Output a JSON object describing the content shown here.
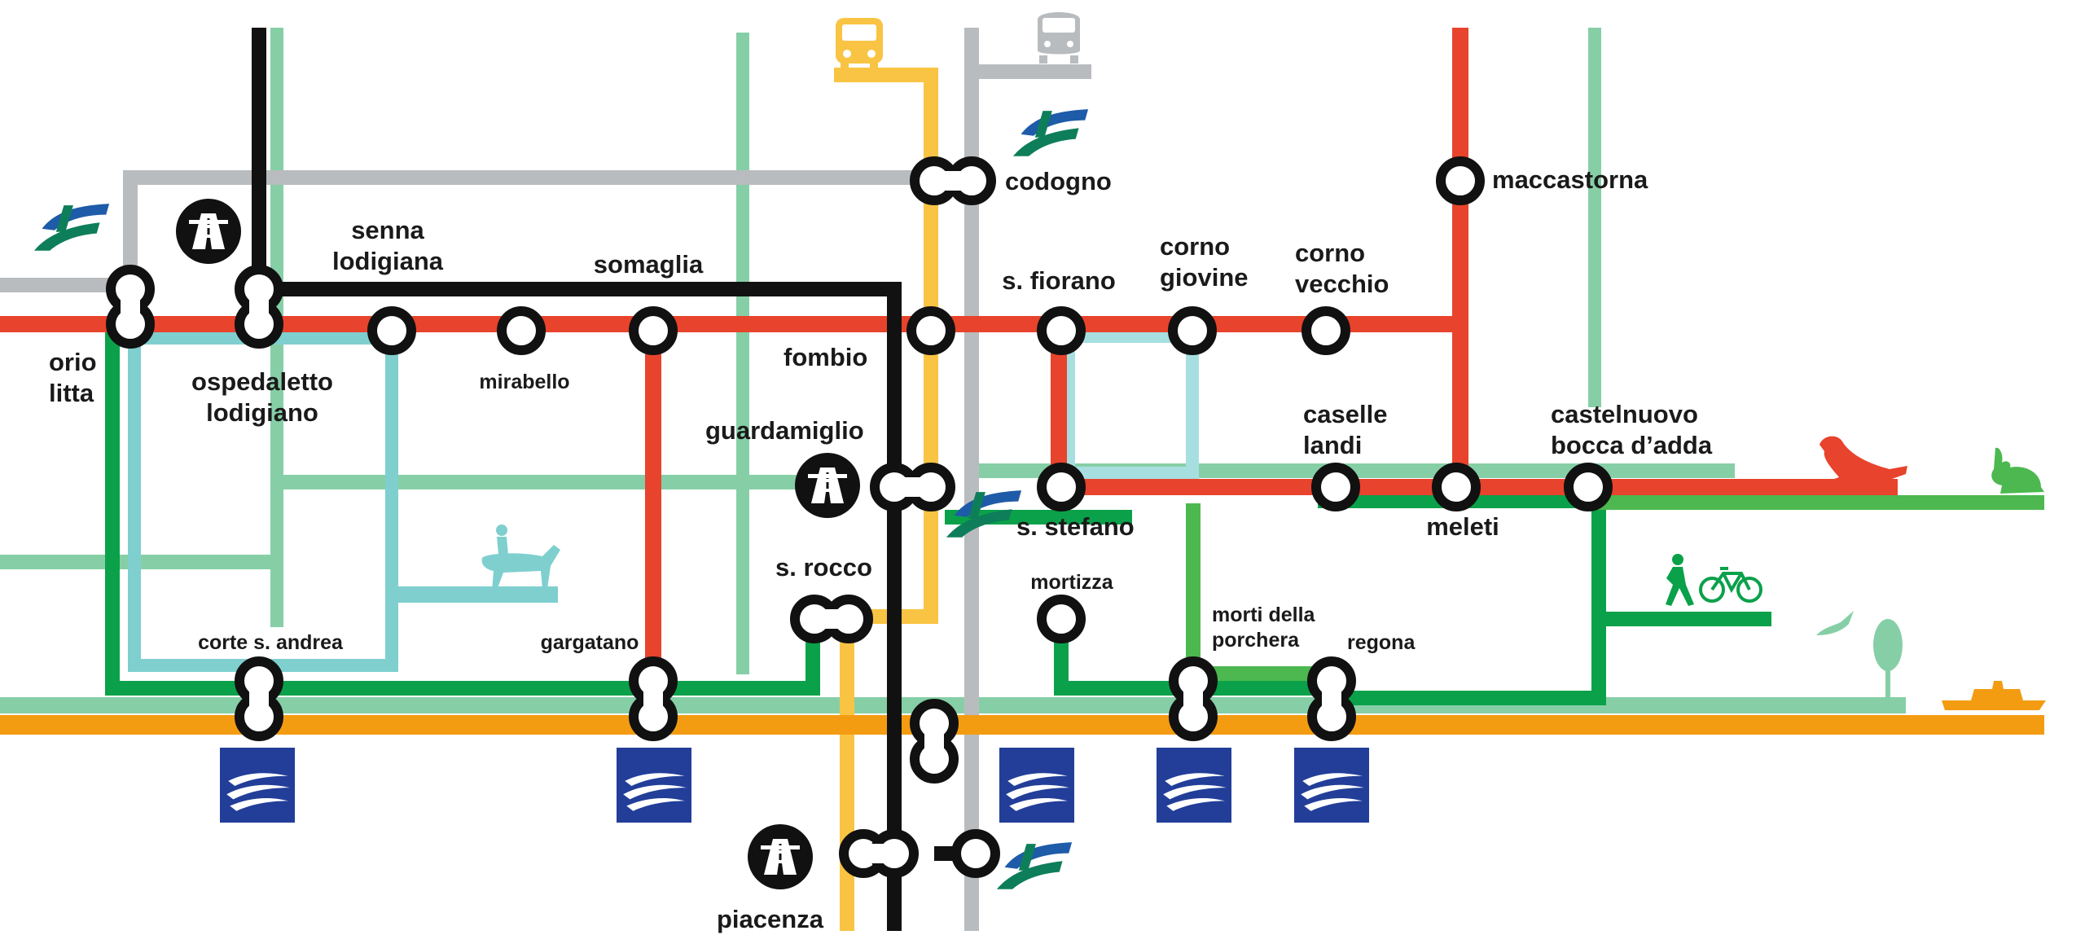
{
  "colors": {
    "red": "#e8432c",
    "black": "#111111",
    "gray": "#b9bcbf",
    "yellow": "#f9c443",
    "orange": "#f39c12",
    "green": "#0aa14a",
    "light_green": "#86cfa6",
    "mid_green": "#4cb84f",
    "teal": "#7fcfcf",
    "light_teal": "#a7dfe1",
    "navy": "#223e99",
    "fs_green": "#0e7e5a",
    "fs_blue": "#1e5ba8"
  },
  "stations": {
    "codogno": "codogno",
    "maccastorna": "maccastorna",
    "senna_lodigiana": "senna\nlodigiana",
    "somaglia": "somaglia",
    "s_fiorano": "s. fiorano",
    "corno_giovine": "corno\ngiovine",
    "corno_vecchio": "corno\nvecchio",
    "orio_litta": "orio\nlitta",
    "ospedaletto_lodigiano": "ospedaletto\nlodigiano",
    "mirabello": "mirabello",
    "fombio": "fombio",
    "caselle_landi": "caselle\nlandi",
    "castelnuovo_bocca_dadda": "castelnuovo\nbocca d’adda",
    "guardamiglio": "guardamiglio",
    "s_stefano": "s. stefano",
    "meleti": "meleti",
    "s_rocco": "s. rocco",
    "mortizza": "mortizza",
    "corte_s_andrea": "corte s. andrea",
    "gargatano": "gargatano",
    "morti_della_porchera": "morti della\nporchera",
    "regona": "regona",
    "piacenza": "piacenza"
  },
  "icons": [
    "bus-icon",
    "train-icon",
    "fs-railway-logo-icon",
    "motorway-icon",
    "boat-landing-icon",
    "horse-rider-icon",
    "otter-icon",
    "rabbit-icon",
    "pedestrian-icon",
    "bicycle-icon",
    "bird-icon",
    "tree-icon",
    "ship-icon"
  ]
}
